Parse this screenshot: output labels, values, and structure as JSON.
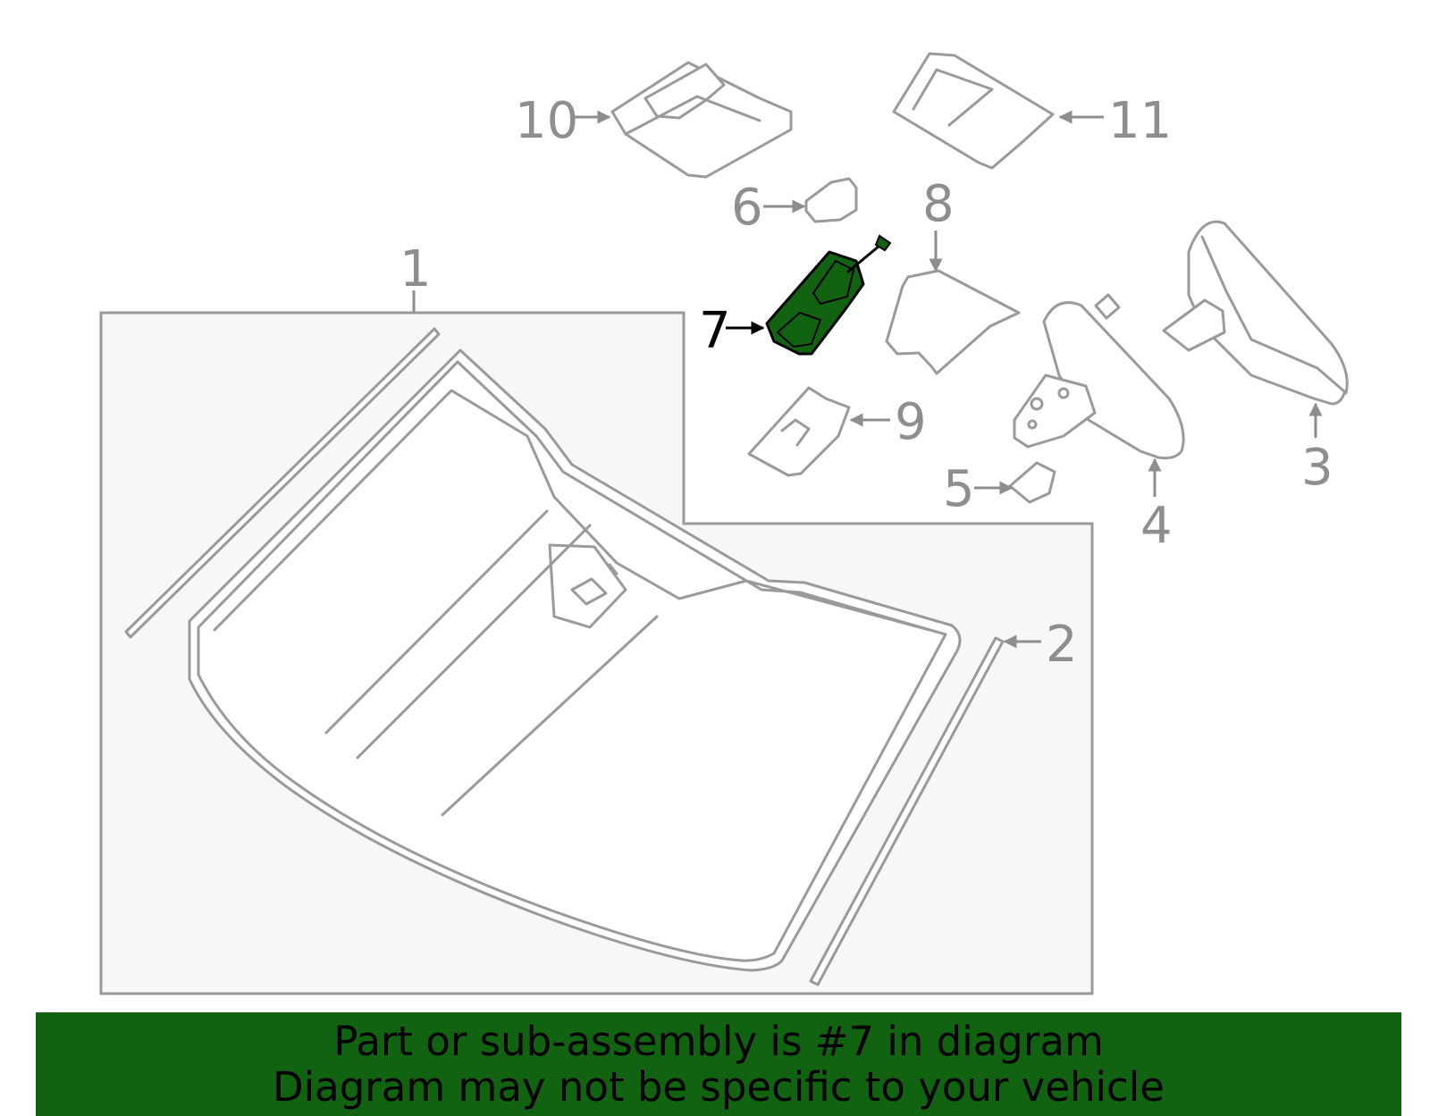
{
  "callouts": {
    "c1": "1",
    "c2": "2",
    "c3": "3",
    "c4": "4",
    "c5": "5",
    "c6": "6",
    "c7": "7",
    "c8": "8",
    "c9": "9",
    "c10": "10",
    "c11": "11"
  },
  "highlighted_part": "7",
  "colors": {
    "highlight_fill": "#116211",
    "banner_background": "#116211",
    "line_art": "#9a9a9a",
    "windshield_panel": "#f7f7f7"
  },
  "banner": {
    "line1": "Part or sub-assembly is #7 in diagram",
    "line2": "Diagram may not be specific to your vehicle"
  }
}
